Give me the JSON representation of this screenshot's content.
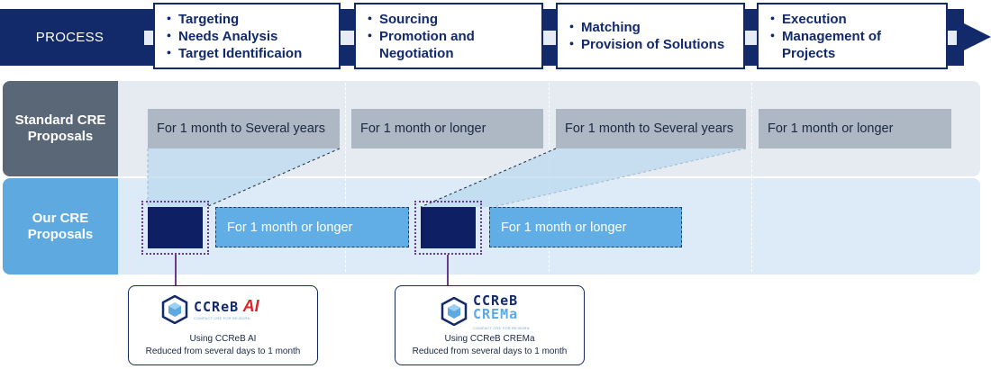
{
  "process": {
    "label": "PROCESS",
    "stages": [
      {
        "items": [
          "Targeting",
          "Needs Analysis",
          "Target Identificaion"
        ]
      },
      {
        "items": [
          "Sourcing",
          "Promotion and Negotiation"
        ]
      },
      {
        "items": [
          "Matching",
          "Provision of Solutions"
        ]
      },
      {
        "items": [
          "Execution",
          "Management of Projects"
        ]
      }
    ]
  },
  "standard": {
    "header": [
      "Standard CRE",
      "Proposals"
    ],
    "boxes": [
      "For 1 month to Several years",
      "For 1 month or longer",
      "For 1 month to Several years",
      "For 1 month or longer"
    ]
  },
  "ours": {
    "header": [
      "Our CRE",
      "Proposals"
    ],
    "boxes": [
      "For 1 month or longer",
      "For 1 month or longer"
    ]
  },
  "tools": [
    {
      "logo_main": "CCReB",
      "logo_suffix": "AI",
      "logo_tagline": "COMPACT CRE FOR RE:BORN",
      "caption_1": "Using CCReB AI",
      "caption_2": "Reduced from several days to 1 month"
    },
    {
      "logo_main": "CCReB",
      "logo_suffix": "CREMa",
      "logo_tagline": "COMPACT CRE FOR RE:BORN",
      "caption_1": "Using CCReB CREMa",
      "caption_2": "Reduced from several days to 1 month"
    }
  ],
  "colors": {
    "navy": "#12296a",
    "slate": "#5a6777",
    "sky": "#5da9e0",
    "purple": "#6a3b8b",
    "ai_red": "#d6282c"
  }
}
